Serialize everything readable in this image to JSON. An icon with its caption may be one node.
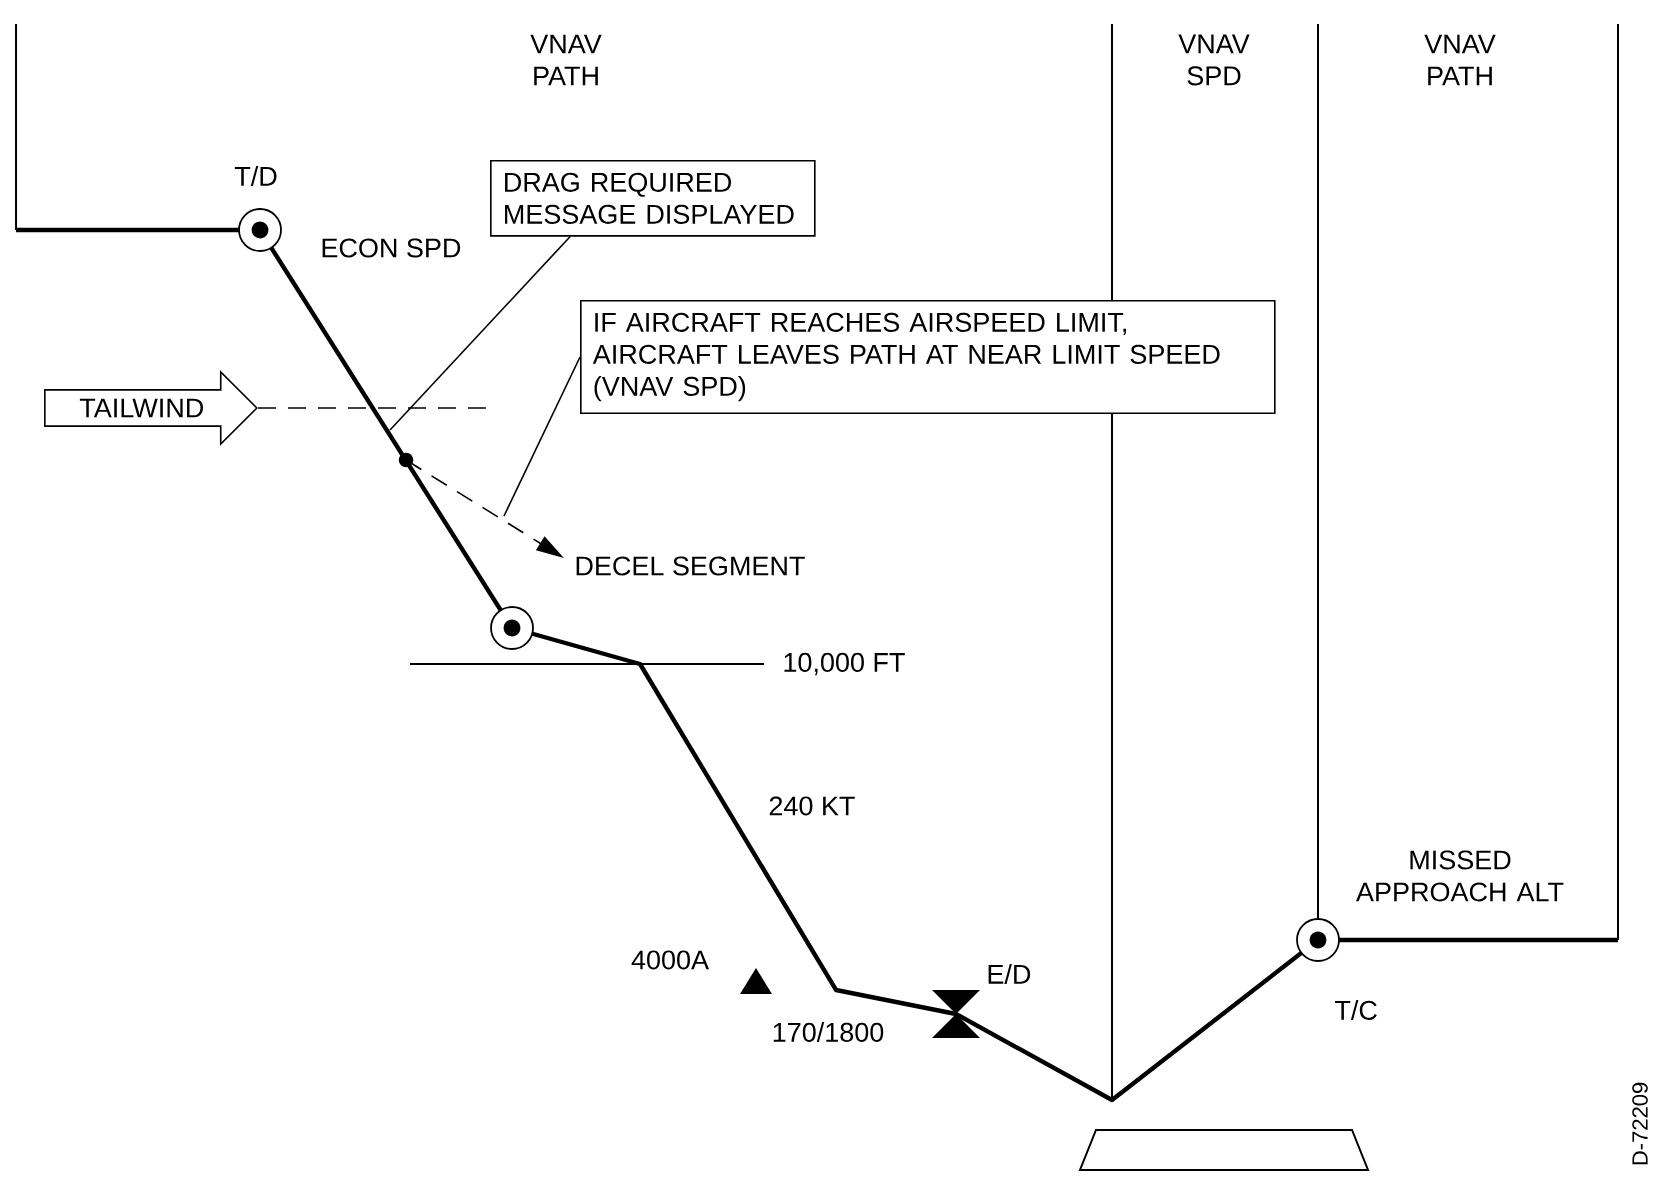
{
  "diagram": {
    "nodes": [
      {
        "text": [
          "DRAG REQUIRED MESSAGE DISPLAYED"
        ]
      },
      {
        "text": [
          "IF AIRCRAFT REACHES AIRSPEED LIMIT, AIRCRAFT LEAVES PATH AT NEAR LIMIT SPEED (VNAV SPD)"
        ]
      },
      {
        "text": [
          "TAILWIND"
        ]
      },
      {
        "text": [
          "DECEL SEGMENT"
        ]
      }
    ],
    "edges": [
      {
        "from": 0,
        "to": null,
        "arrow": "none"
      },
      {
        "from": 1,
        "to": null,
        "arrow": "none"
      },
      {
        "from": 2,
        "to": null,
        "arrow": "none",
        "style": "dashed"
      },
      {
        "from": null,
        "to": 3,
        "arrow": "to",
        "style": "dashed"
      }
    ],
    "labels": [
      "VNAV PATH",
      "VNAV SPD",
      "VNAV PATH",
      "T/D",
      "ECON SPD",
      "10,000 FT",
      "240 KT",
      "MISSED APPROACH ALT",
      "4000A",
      "E/D",
      "170/1800",
      "T/C",
      "D-72209"
    ]
  }
}
